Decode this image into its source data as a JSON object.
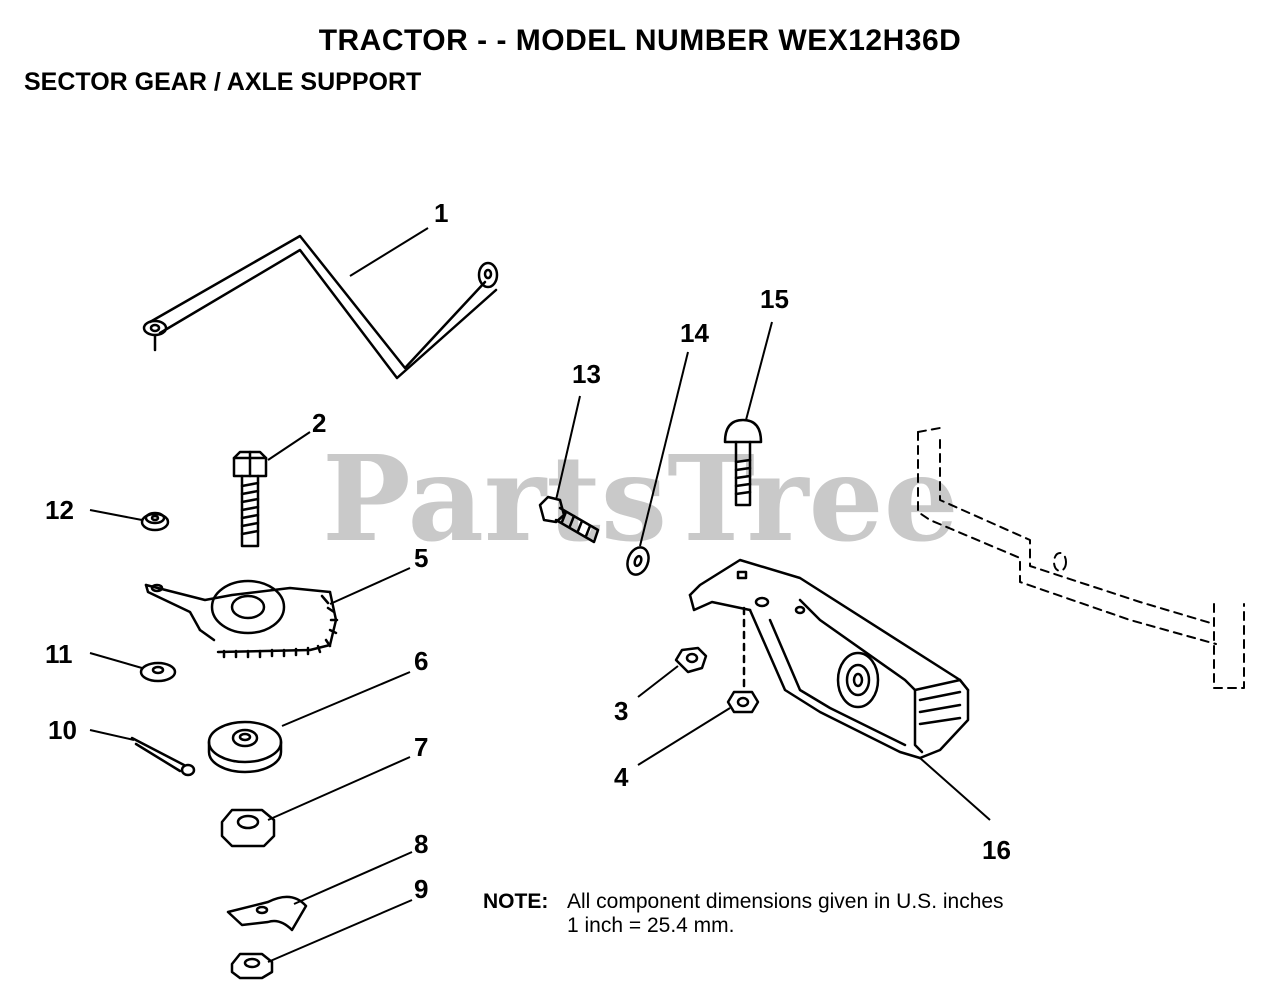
{
  "title": "TRACTOR - - MODEL NUMBER WEX12H36D",
  "subtitle": "SECTOR GEAR / AXLE SUPPORT",
  "watermark": "PartsTree",
  "note": {
    "label": "NOTE:",
    "line1": "All component dimensions given in U.S. inches",
    "line2": "1 inch = 25.4 mm."
  },
  "callouts": {
    "c1": "1",
    "c2": "2",
    "c3": "3",
    "c4": "4",
    "c5": "5",
    "c6": "6",
    "c7": "7",
    "c8": "8",
    "c9": "9",
    "c10": "10",
    "c11": "11",
    "c12": "12",
    "c13": "13",
    "c14": "14",
    "c15": "15",
    "c16": "16"
  }
}
